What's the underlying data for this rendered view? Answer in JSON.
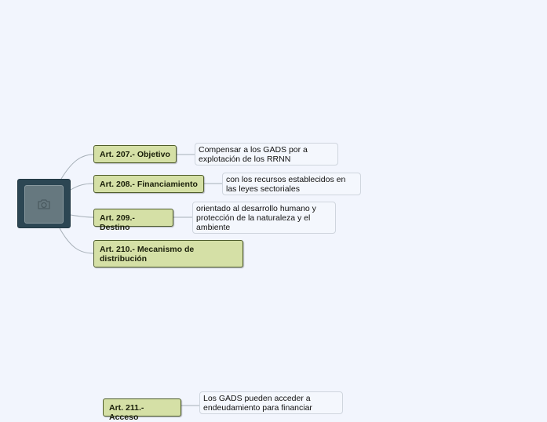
{
  "colors": {
    "background": "#f2f5fd",
    "root_fill": "#2c4653",
    "topic_fill": "#d5e0a6",
    "topic_border": "#4f5d2c",
    "connector": "#a7b0b8"
  },
  "root": {
    "icon": "camera-icon"
  },
  "topics": [
    {
      "label": "Art. 207.- Objetivo",
      "note": "Compensar a los GADS por a explotación de los RRNN"
    },
    {
      "label": "Art. 208.- Financiamiento",
      "note": "con los recursos establecidos en las leyes sectoriales"
    },
    {
      "label": "Art. 209.- Destino",
      "note": "orientado al desarrollo humano y protección de la naturaleza y el ambiente"
    },
    {
      "label": "Art. 210.- Mecanismo de distribución"
    },
    {
      "label": "Art. 211.- Acceso",
      "note": "Los GADS pueden acceder a endeudamiento para financiar"
    }
  ]
}
